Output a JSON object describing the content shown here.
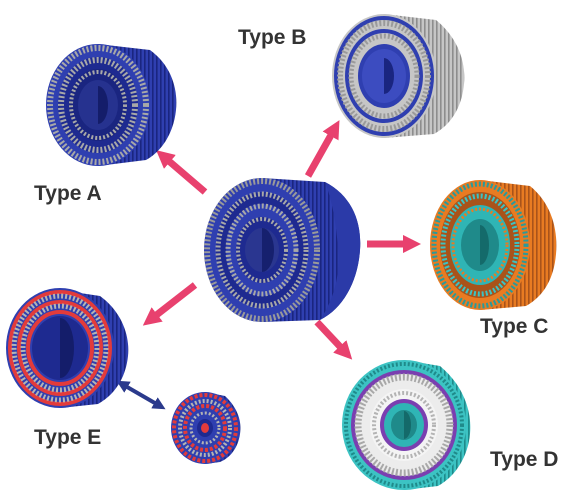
{
  "labels": {
    "type_a": "Type A",
    "type_b": "Type B",
    "type_c": "Type C",
    "type_d": "Type D",
    "type_e": "Type E"
  },
  "colors": {
    "arrow_pink": "#e8416e",
    "arrow_navy": "#2b3a8c",
    "blue_body": "#2f3fb0",
    "blue_dark": "#1a2580",
    "silver": "#b4b4b4",
    "red": "#e23b3b",
    "orange": "#e87b22",
    "teal": "#2fb5b5",
    "purple": "#7a3fb0",
    "white_ring": "#ececec",
    "label_text": "#333333"
  }
}
